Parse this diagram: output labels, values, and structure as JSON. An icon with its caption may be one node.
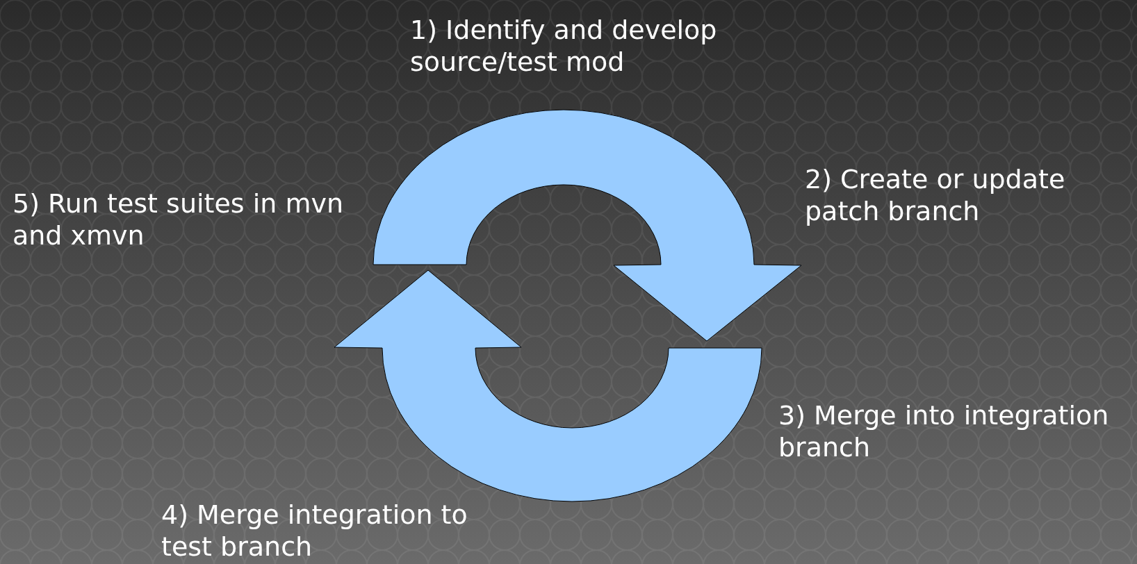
{
  "diagram": {
    "labels": [
      "1) Identify and develop source/test mod",
      "2) Create or update patch branch",
      "3) Merge into integration branch",
      "4) Merge integration to test branch",
      "5) Run test suites in mvn and xmvn"
    ]
  }
}
